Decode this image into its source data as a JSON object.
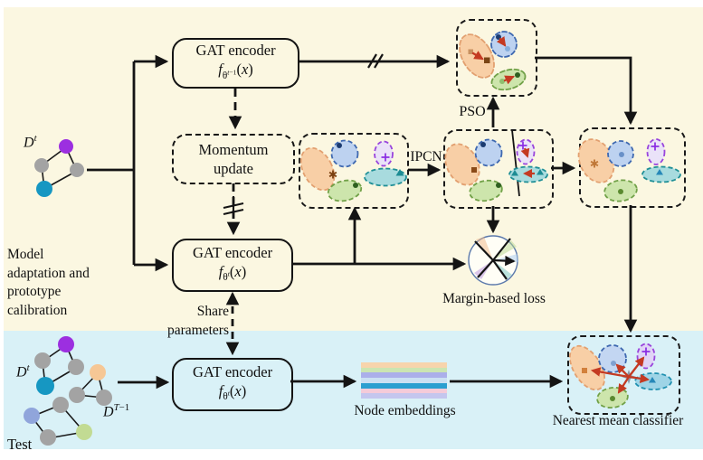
{
  "background": {
    "top_band_color": "#FBF7E1",
    "bottom_band_color": "#D9F1F7"
  },
  "section_labels": {
    "model_adaptation_lines": [
      "Model",
      "adaptation and",
      "prototype",
      "calibration"
    ],
    "test": "Test"
  },
  "datasets": {
    "train_label_html": "<i>D</i><sup><i>t</i></sup>",
    "test_current_label_html": "<i>D</i><sup><i>t</i></sup>",
    "test_prev_label_html": "<i>D</i><sup><i>T</i>−1</sup>"
  },
  "encoders": {
    "gat_old": {
      "title": "GAT encoder",
      "formula_html": "<i>f</i><sub>θ<sup><i>t</i>−1</sup></sub>(<i>x</i>)"
    },
    "momentum": {
      "line1": "Momentum",
      "line2": "update"
    },
    "gat_new": {
      "title": "GAT encoder",
      "formula_html": "<i>f</i><sub>θ<sup><i>t</i></sup></sub>(<i>x</i>)"
    },
    "gat_test": {
      "title": "GAT encoder",
      "formula_html": "<i>f</i><sub>θ<sup><i>t</i></sup></sub>(<i>x</i>)"
    }
  },
  "flow_labels": {
    "pso": "PSO",
    "ipcn": "IPCN",
    "share_line1": "Share",
    "share_line2": "parameters",
    "margin_loss": "Margin-based loss",
    "node_embeddings": "Node embeddings",
    "nearest_mean_classifier": "Nearest mean classifier"
  },
  "embeddings": {
    "stripe_colors": [
      "#F7D4AC",
      "#CBE5B2",
      "#ABAFEA",
      "#CBE0F2",
      "#2B9FD0",
      "#F4CBD9",
      "#C4C6EE"
    ]
  },
  "prototype_colors": {
    "orange_fill": "#F8CFA6",
    "orange_stroke": "#E2A070",
    "blue_fill": "#BDD2F0",
    "blue_stroke": "#3E68B0",
    "green_fill": "#CDE5AC",
    "green_stroke": "#71A148",
    "purple_fill": "#EAE2F8",
    "purple_stroke": "#9945DC",
    "teal_fill": "#A8DBDE",
    "teal_stroke": "#1F8F96",
    "shift_arrow_color": "#C43A22"
  },
  "graph_node_colors": {
    "purple": "#9C2FE0",
    "gray": "#A3A3A3",
    "teal": "#1697C2",
    "peach": "#F6C795",
    "periwinkle": "#90A5DB",
    "light_green": "#C2DB93"
  }
}
